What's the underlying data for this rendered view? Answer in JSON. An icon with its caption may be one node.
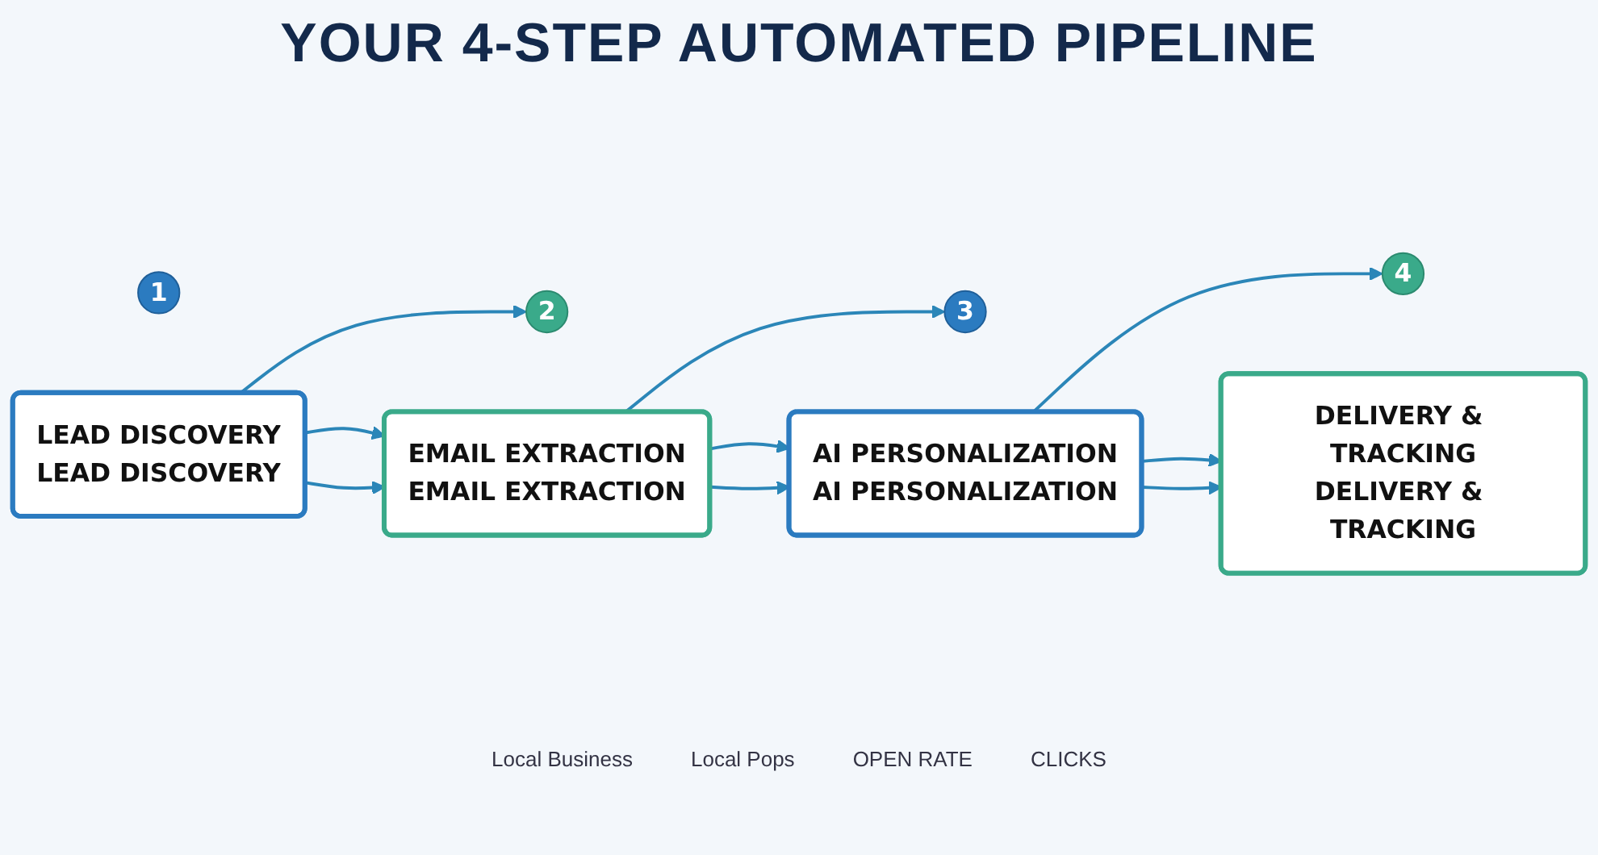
{
  "diagram": {
    "title": "YOUR 4-STEP AUTOMATED PIPELINE",
    "nodes": [
      {
        "text": [
          "1"
        ]
      },
      {
        "text": [
          "LEAD DISCOVERY",
          "LEAD DISCOVERY"
        ]
      },
      {
        "text": [
          "2"
        ]
      },
      {
        "text": [
          "EMAIL EXTRACTION",
          "EMAIL EXTRACTION"
        ]
      },
      {
        "text": [
          "3"
        ]
      },
      {
        "text": [
          "AI PERSONALIZATION",
          "AI PERSONALIZATION"
        ]
      },
      {
        "text": [
          "4"
        ]
      },
      {
        "text": [
          "DELIVERY & TRACKING",
          "DELIVERY & TRACKING"
        ]
      }
    ],
    "edges": [
      {
        "from": 1,
        "to": 2,
        "arrow": "to"
      },
      {
        "from": 1,
        "to": 3,
        "arrow": "to"
      },
      {
        "from": 1,
        "to": 3,
        "arrow": "to"
      },
      {
        "from": 3,
        "to": 4,
        "arrow": "to"
      },
      {
        "from": 3,
        "to": 5,
        "arrow": "to"
      },
      {
        "from": 3,
        "to": 5,
        "arrow": "to"
      },
      {
        "from": 5,
        "to": 6,
        "arrow": "to"
      },
      {
        "from": 5,
        "to": 7,
        "arrow": "to"
      },
      {
        "from": 5,
        "to": 7,
        "arrow": "to"
      }
    ],
    "labels": [
      "Local Business",
      "Local Pops",
      "OPEN RATE",
      "CLICKS"
    ]
  }
}
